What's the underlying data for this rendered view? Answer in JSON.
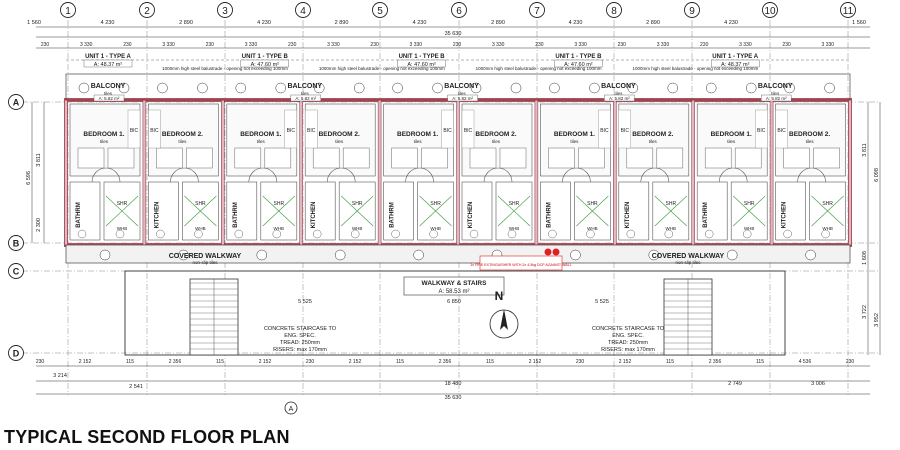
{
  "title": "TYPICAL SECOND FLOOR PLAN",
  "grid_columns": [
    "1",
    "2",
    "3",
    "4",
    "5",
    "6",
    "7",
    "8",
    "9",
    "10",
    "11"
  ],
  "grid_rows": [
    "A",
    "B",
    "C",
    "D"
  ],
  "dims_top": [
    "1 560",
    "4 230",
    "2 890",
    "4 230",
    "2 890",
    "4 230",
    "2 890",
    "4 230",
    "2 890",
    "4 230",
    "1 560"
  ],
  "overall_top": "35 630",
  "overall_bottom": "35 630",
  "walkway_dim": "18 480",
  "units": [
    {
      "name": "UNIT 1 - TYPE A",
      "area": "A: 48.37 m²"
    },
    {
      "name": "UNIT 1 - TYPE B",
      "area": "A: 47.60 m²"
    },
    {
      "name": "UNIT 1 - TYPE B",
      "area": "A: 47.60 m²"
    },
    {
      "name": "UNIT 1 - TYPE B",
      "area": "A: 47.60 m²"
    },
    {
      "name": "UNIT 1 - TYPE A",
      "area": "A: 48.37 m²"
    }
  ],
  "balcony_label": "BALCONY",
  "balcony_area": "A: 5.82 m²",
  "tiles": "tiles",
  "balustrade_note": "1000mm high steel balustrade - opening not exceeding 100mm",
  "bedroom1": "BEDROOM 1.",
  "bedroom2": "BEDROOM 2.",
  "bic": "BIC",
  "kitchen": "KITCHEN",
  "bathroom": "BATHRM",
  "shr": "SHR",
  "whb": "WHB",
  "covered_walkway": "COVERED WALKWAY",
  "non_slip": "non-slip tiles",
  "walkway_stairs": "WALKWAY & STAIRS",
  "walkway_area": "A: 58.53 m²",
  "fire_note": "1x FIRE EXTINGUISHER WITH 2x 4.5kg DCP AGAINST WALL",
  "north": "N",
  "staircase_note": [
    "CONCRETE STAIRCASE TO",
    "ENG. SPEC.",
    "TREAD: 250mm",
    "RISERS: max 170mm"
  ],
  "side_dims_left": [
    "3 811",
    "2 300",
    "6 596"
  ],
  "side_dims_right": [
    "3 811",
    "6 098",
    "1 608",
    "3 722",
    "3 952"
  ],
  "walkway_dims": [
    "5 525",
    "6 850",
    "5 525"
  ],
  "bottom_dims": [
    "3 214",
    "2 541",
    "2 300",
    "2 152",
    "2 360",
    "2 152",
    "2 360",
    "4 536",
    "2 300",
    "2 749",
    "3 006"
  ]
}
